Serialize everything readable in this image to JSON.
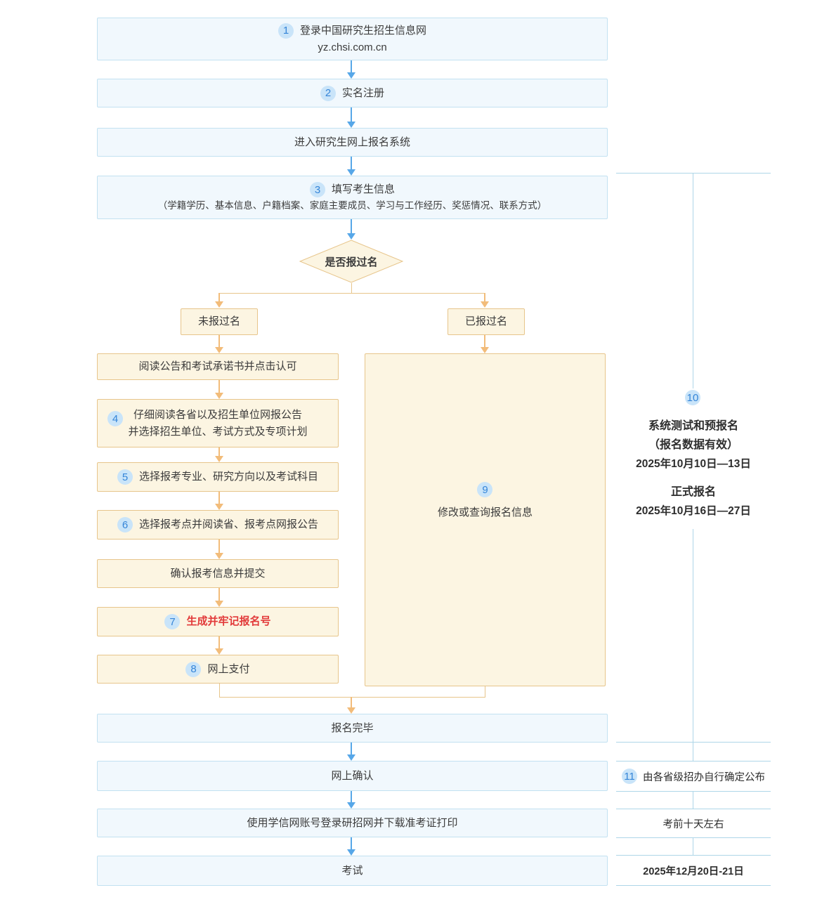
{
  "colors": {
    "blue_box_bg": "#f1f8fd",
    "blue_box_border": "#c2e1f1",
    "orange_box_bg": "#fcf5e2",
    "orange_box_border": "#e7c58b",
    "blue_arrow": "#57a7e8",
    "orange_arrow": "#f2bc7a",
    "badge_bg": "#c9e4f9",
    "badge_text": "#3585d8",
    "red_text": "#e23a3a",
    "sidebar_line": "#aed6e8"
  },
  "flow": {
    "login": {
      "badge": "1",
      "title": "登录中国研究生招生信息网",
      "url": "yz.chsi.com.cn"
    },
    "register": {
      "badge": "2",
      "label": "实名注册"
    },
    "enter_system": {
      "label": "进入研究生网上报名系统"
    },
    "fill_info": {
      "badge": "3",
      "title": "填写考生信息",
      "detail": "（学籍学历、基本信息、户籍档案、家庭主要成员、学习与工作经历、奖惩情况、联系方式）"
    },
    "decision": {
      "label": "是否报过名"
    },
    "branch_new": {
      "label": "未报过名"
    },
    "branch_old": {
      "label": "已报过名"
    },
    "read_notice": {
      "label": "阅读公告和考试承诺书并点击认可"
    },
    "read_select": {
      "badge": "4",
      "line1": "仔细阅读各省以及招生单位网报公告",
      "line2": "并选择招生单位、考试方式及专项计划"
    },
    "choose_major": {
      "badge": "5",
      "label": "选择报考专业、研究方向以及考试科目"
    },
    "choose_site": {
      "badge": "6",
      "label": "选择报考点并阅读省、报考点网报公告"
    },
    "confirm_submit": {
      "label": "确认报考信息并提交"
    },
    "gen_number": {
      "badge": "7",
      "label": "生成并牢记报名号"
    },
    "pay_online": {
      "badge": "8",
      "label": "网上支付"
    },
    "modify_query": {
      "badge": "9",
      "label": "修改或查询报名信息"
    },
    "finish": {
      "label": "报名完毕"
    },
    "online_confirm": {
      "label": "网上确认"
    },
    "download_print": {
      "label": "使用学信网账号登录研招网并下载准考证打印"
    },
    "exam": {
      "label": "考试"
    }
  },
  "sidebar": {
    "schedule": {
      "badge": "10",
      "pre_title": "系统测试和预报名",
      "pre_note": "（报名数据有效）",
      "pre_date": "2025年10月10日—13日",
      "formal_title": "正式报名",
      "formal_date": "2025年10月16日—27日"
    },
    "confirm_note": {
      "badge": "11",
      "label": "由各省级招办自行确定公布"
    },
    "print_note": {
      "label": "考前十天左右"
    },
    "exam_date": {
      "label": "2025年12月20日-21日"
    }
  }
}
